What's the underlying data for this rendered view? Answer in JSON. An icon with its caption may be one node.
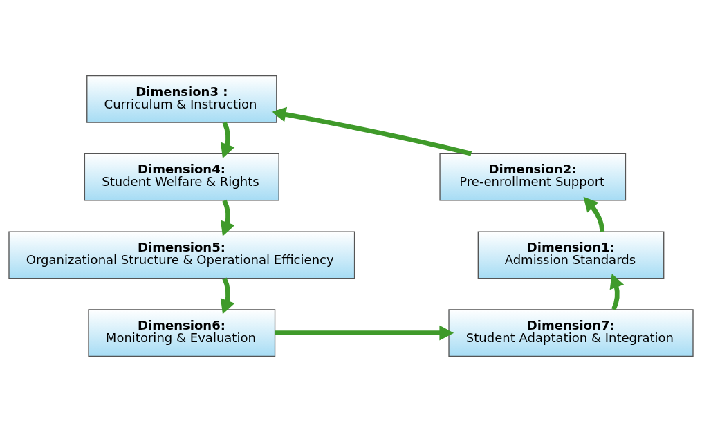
{
  "diagram": {
    "nodes": [
      {
        "text": [
          "Dimension3 :",
          "Curriculum & Instruction"
        ]
      },
      {
        "text": [
          "Dimension4:",
          "Student Welfare & Rights"
        ]
      },
      {
        "text": [
          "Dimension2:",
          "Pre-enrollment Support"
        ]
      },
      {
        "text": [
          "Dimension5:",
          "Organizational Structure & Operational Efficiency"
        ]
      },
      {
        "text": [
          "Dimension1:",
          "Admission Standards"
        ]
      },
      {
        "text": [
          "Dimension6:",
          "Monitoring & Evaluation"
        ]
      },
      {
        "text": [
          "Dimension7:",
          "Student Adaptation & Integration"
        ]
      }
    ],
    "edges": [
      {
        "from": 4,
        "to": 2,
        "arrow": "to"
      },
      {
        "from": 2,
        "to": 0,
        "arrow": "to"
      },
      {
        "from": 0,
        "to": 1,
        "arrow": "to"
      },
      {
        "from": 1,
        "to": 3,
        "arrow": "to"
      },
      {
        "from": 3,
        "to": 5,
        "arrow": "to"
      },
      {
        "from": 5,
        "to": 6,
        "arrow": "to"
      },
      {
        "from": 6,
        "to": 4,
        "arrow": "to"
      }
    ]
  }
}
